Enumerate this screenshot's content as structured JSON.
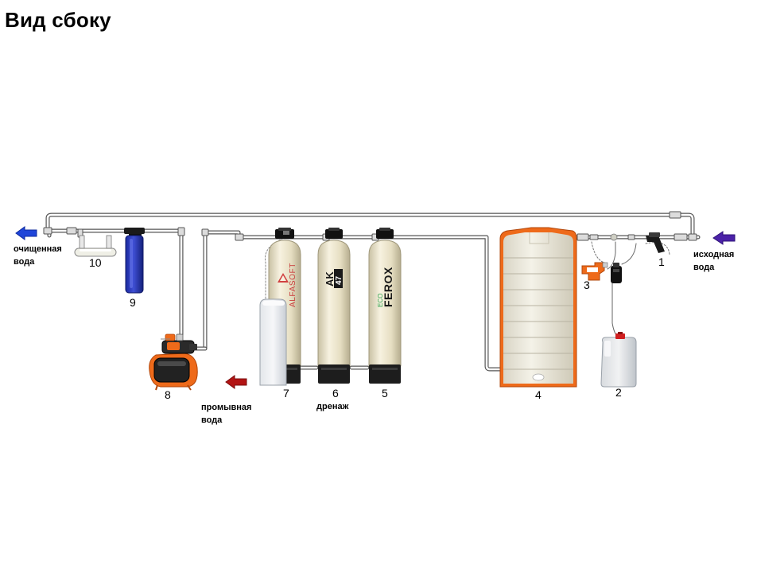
{
  "title": "Вид сбоку",
  "labels": {
    "outlet_line1": "очищенная",
    "outlet_line2": "вода",
    "inlet_line1": "исходная",
    "inlet_line2": "вода",
    "rinse_line1": "промывная",
    "rinse_line2": "вода",
    "drain": "дренаж"
  },
  "brands": {
    "alfasoft": "ALFASOFT",
    "ak": "AK",
    "ak_sub": "47",
    "ecoferox_eco": "ECO",
    "ecoferox_main": "FEROX"
  },
  "components": [
    {
      "number": "1",
      "name": "inlet valve"
    },
    {
      "number": "2",
      "name": "reagent canister"
    },
    {
      "number": "3",
      "name": "dosing unit"
    },
    {
      "number": "4",
      "name": "storage tank"
    },
    {
      "number": "5",
      "name": "ECO FEROX filter"
    },
    {
      "number": "6",
      "name": "AK-47 filter"
    },
    {
      "number": "7",
      "name": "ALFASOFT softener"
    },
    {
      "number": "8",
      "name": "pump station"
    },
    {
      "number": "9",
      "name": "cartridge filter"
    },
    {
      "number": "10",
      "name": "UV lamp"
    }
  ],
  "colors": {
    "inlet_arrow": "#4b22a8",
    "outlet_arrow": "#1f45d9",
    "rinse_arrow": "#b31414",
    "tank_frame": "#ee6a1a",
    "filter_body": "#efe9d2"
  }
}
